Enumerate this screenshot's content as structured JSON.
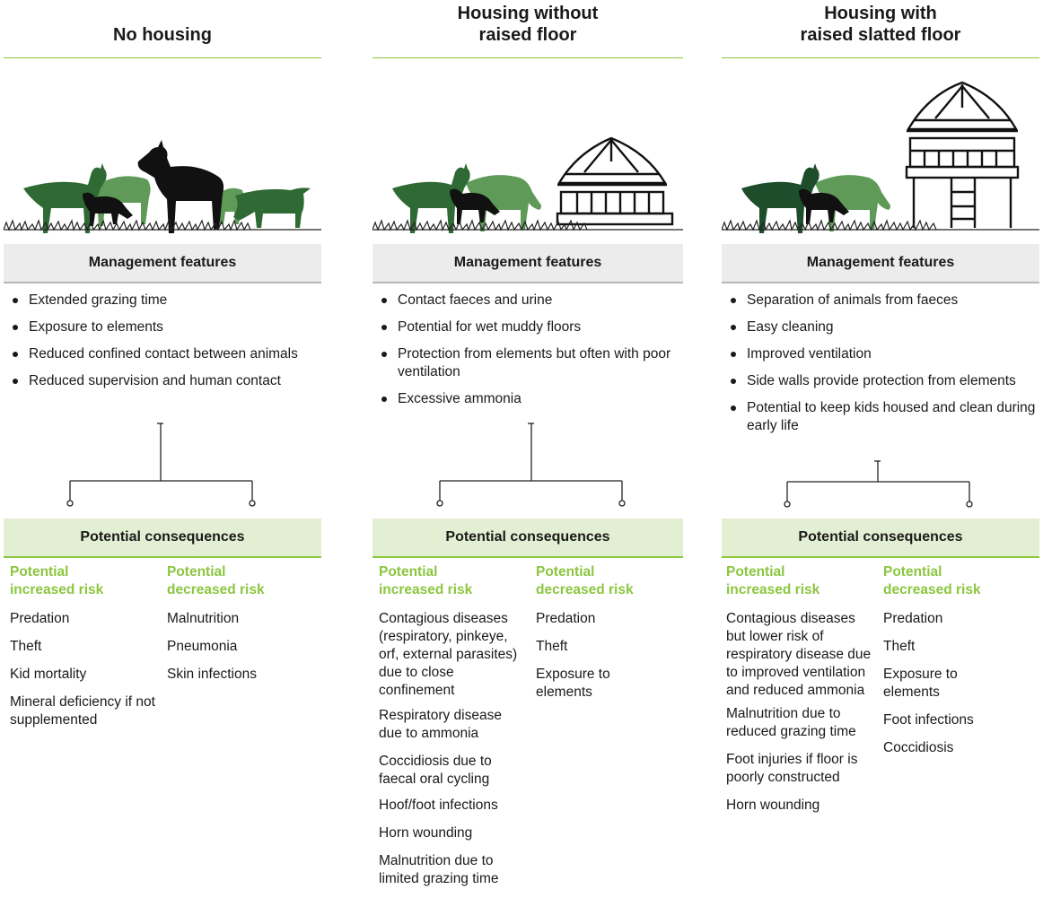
{
  "colors": {
    "accent_green": "#8cc63f",
    "goat_dark": "#1e4d2b",
    "goat_mid": "#3f7a42",
    "goat_light": "#5f9a58"
  },
  "columns": [
    {
      "title": "No housing",
      "illustration": "goats-grazing-icon",
      "management_title": "Management features",
      "features": [
        "Extended grazing time",
        "Exposure to elements",
        "Reduced confined contact between animals",
        "Reduced supervision and human contact"
      ],
      "consequences_title": "Potential consequences",
      "increased_title": "Potential\nincreased risk",
      "increased": [
        "Predation",
        "Theft",
        "Kid mortality",
        "Mineral deficiency if not supplemented"
      ],
      "decreased_title": "Potential\ndecreased risk",
      "decreased": [
        "Malnutrition",
        "Pneumonia",
        "Skin infections"
      ]
    },
    {
      "title": "Housing without\nraised floor",
      "illustration": "ground-level-house-icon",
      "management_title": "Management features",
      "features": [
        "Contact faeces and urine",
        "Potential for wet muddy floors",
        "Protection from elements but often with poor ventilation",
        "Excessive ammonia"
      ],
      "consequences_title": "Potential consequences",
      "increased_title": "Potential\nincreased risk",
      "increased": [
        "Contagious diseases (respiratory, pinkeye, orf, external parasites) due to close confinement",
        "Respiratory disease due to ammonia",
        "Coccidiosis due to faecal oral cycling",
        "Hoof/foot infections",
        "Horn wounding",
        "Malnutrition due to limited grazing time"
      ],
      "decreased_title": "Potential\ndecreased risk",
      "decreased": [
        "Predation",
        "Theft",
        "Exposure to elements"
      ]
    },
    {
      "title": "Housing with\nraised slatted floor",
      "illustration": "raised-slatted-house-icon",
      "management_title": "Management features",
      "features": [
        "Separation of animals from faeces",
        "Easy cleaning",
        "Improved ventilation",
        "Side walls provide protection from elements",
        "Potential to keep kids housed and clean during early life"
      ],
      "consequences_title": "Potential consequences",
      "increased_title": "Potential\nincreased risk",
      "increased": [
        "Contagious diseases but lower risk of respiratory disease due to improved ventilation and reduced ammonia",
        "Malnutrition due to reduced grazing time",
        "Foot injuries if floor is poorly constructed",
        "Horn wounding"
      ],
      "decreased_title": "Potential\ndecreased risk",
      "decreased": [
        "Predation",
        "Theft",
        "Exposure to elements",
        "Foot infections",
        "Coccidiosis"
      ]
    }
  ]
}
